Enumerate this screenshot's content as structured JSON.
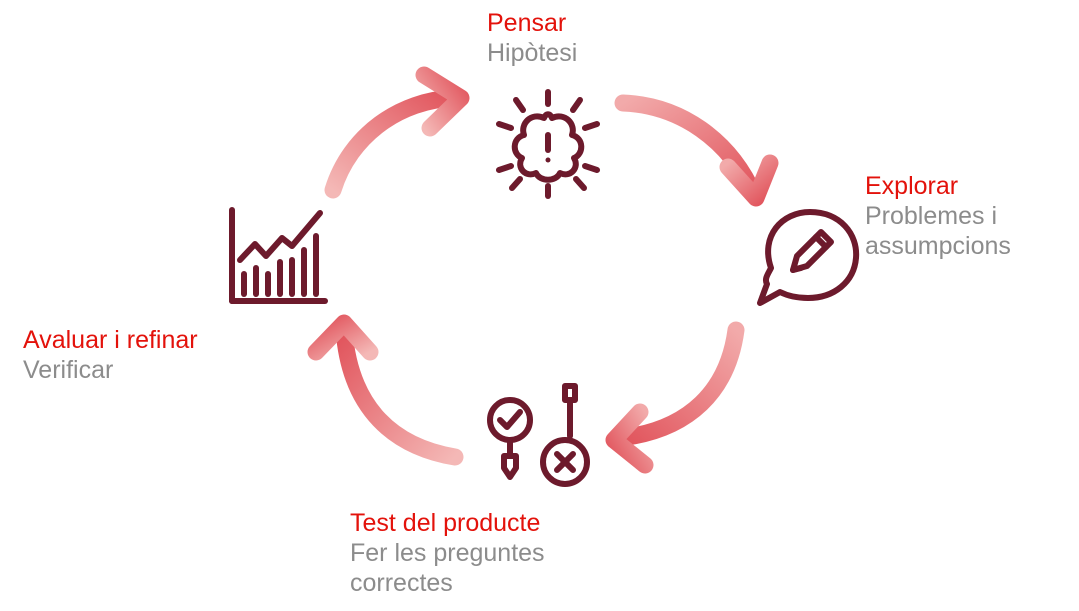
{
  "colors": {
    "title": "#e3120b",
    "subtitle": "#8c8c8c",
    "icon": "#6d1a2c",
    "arrow_dark": "#e0565e",
    "arrow_light": "#f2aaaa"
  },
  "steps": [
    {
      "title": "Pensar",
      "subtitle": "Hipòtesi",
      "icon": "brain-idea-icon"
    },
    {
      "title": "Explorar",
      "subtitle_line1": "Problemes i",
      "subtitle_line2": "assumpcions",
      "icon": "speech-pencil-icon"
    },
    {
      "title": "Test del producte",
      "subtitle_line1": "Fer les preguntes",
      "subtitle_line2": "correctes",
      "icon": "test-check-cross-icon"
    },
    {
      "title": "Avaluar i refinar",
      "subtitle": "Verificar",
      "icon": "growth-chart-icon"
    }
  ]
}
